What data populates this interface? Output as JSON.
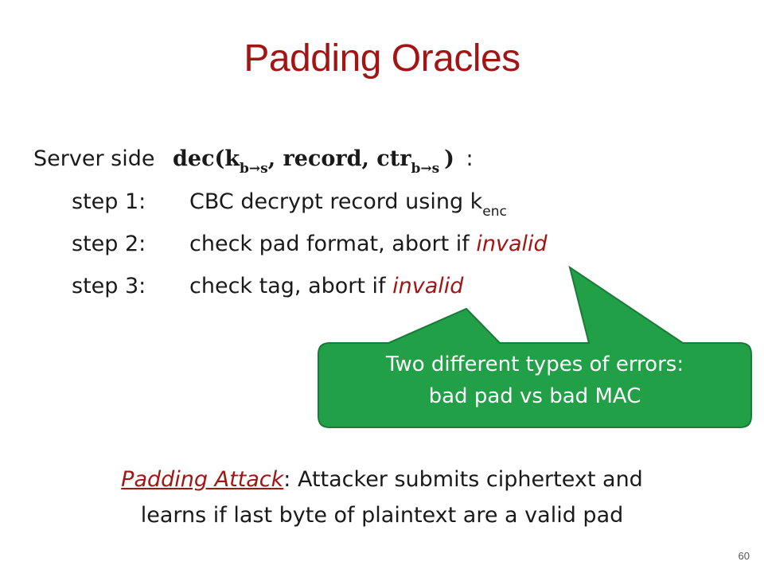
{
  "title": "Padding Oracles",
  "server": {
    "prefix": "Server side",
    "func_open": "dec(k",
    "key_sub": "b→s",
    "middle": ", record, ctr",
    "ctr_sub": "b→s",
    "func_close": ")",
    "colon": ":"
  },
  "steps": [
    {
      "label": "step 1:",
      "text": "CBC decrypt record using k",
      "sub": "enc"
    },
    {
      "label": "step 2:",
      "text": "check pad format, abort if ",
      "emph": "invalid"
    },
    {
      "label": "step 3:",
      "text": "check tag, abort if ",
      "emph": "invalid"
    }
  ],
  "callout": {
    "line1": "Two different types of errors:",
    "line2": "bad pad vs bad MAC",
    "color": "#21a048"
  },
  "attack": {
    "label": "Padding Attack",
    "line1_rest": ": Attacker submits ciphertext and",
    "line2": "learns if last byte of plaintext are a valid pad"
  },
  "page_number": "60"
}
